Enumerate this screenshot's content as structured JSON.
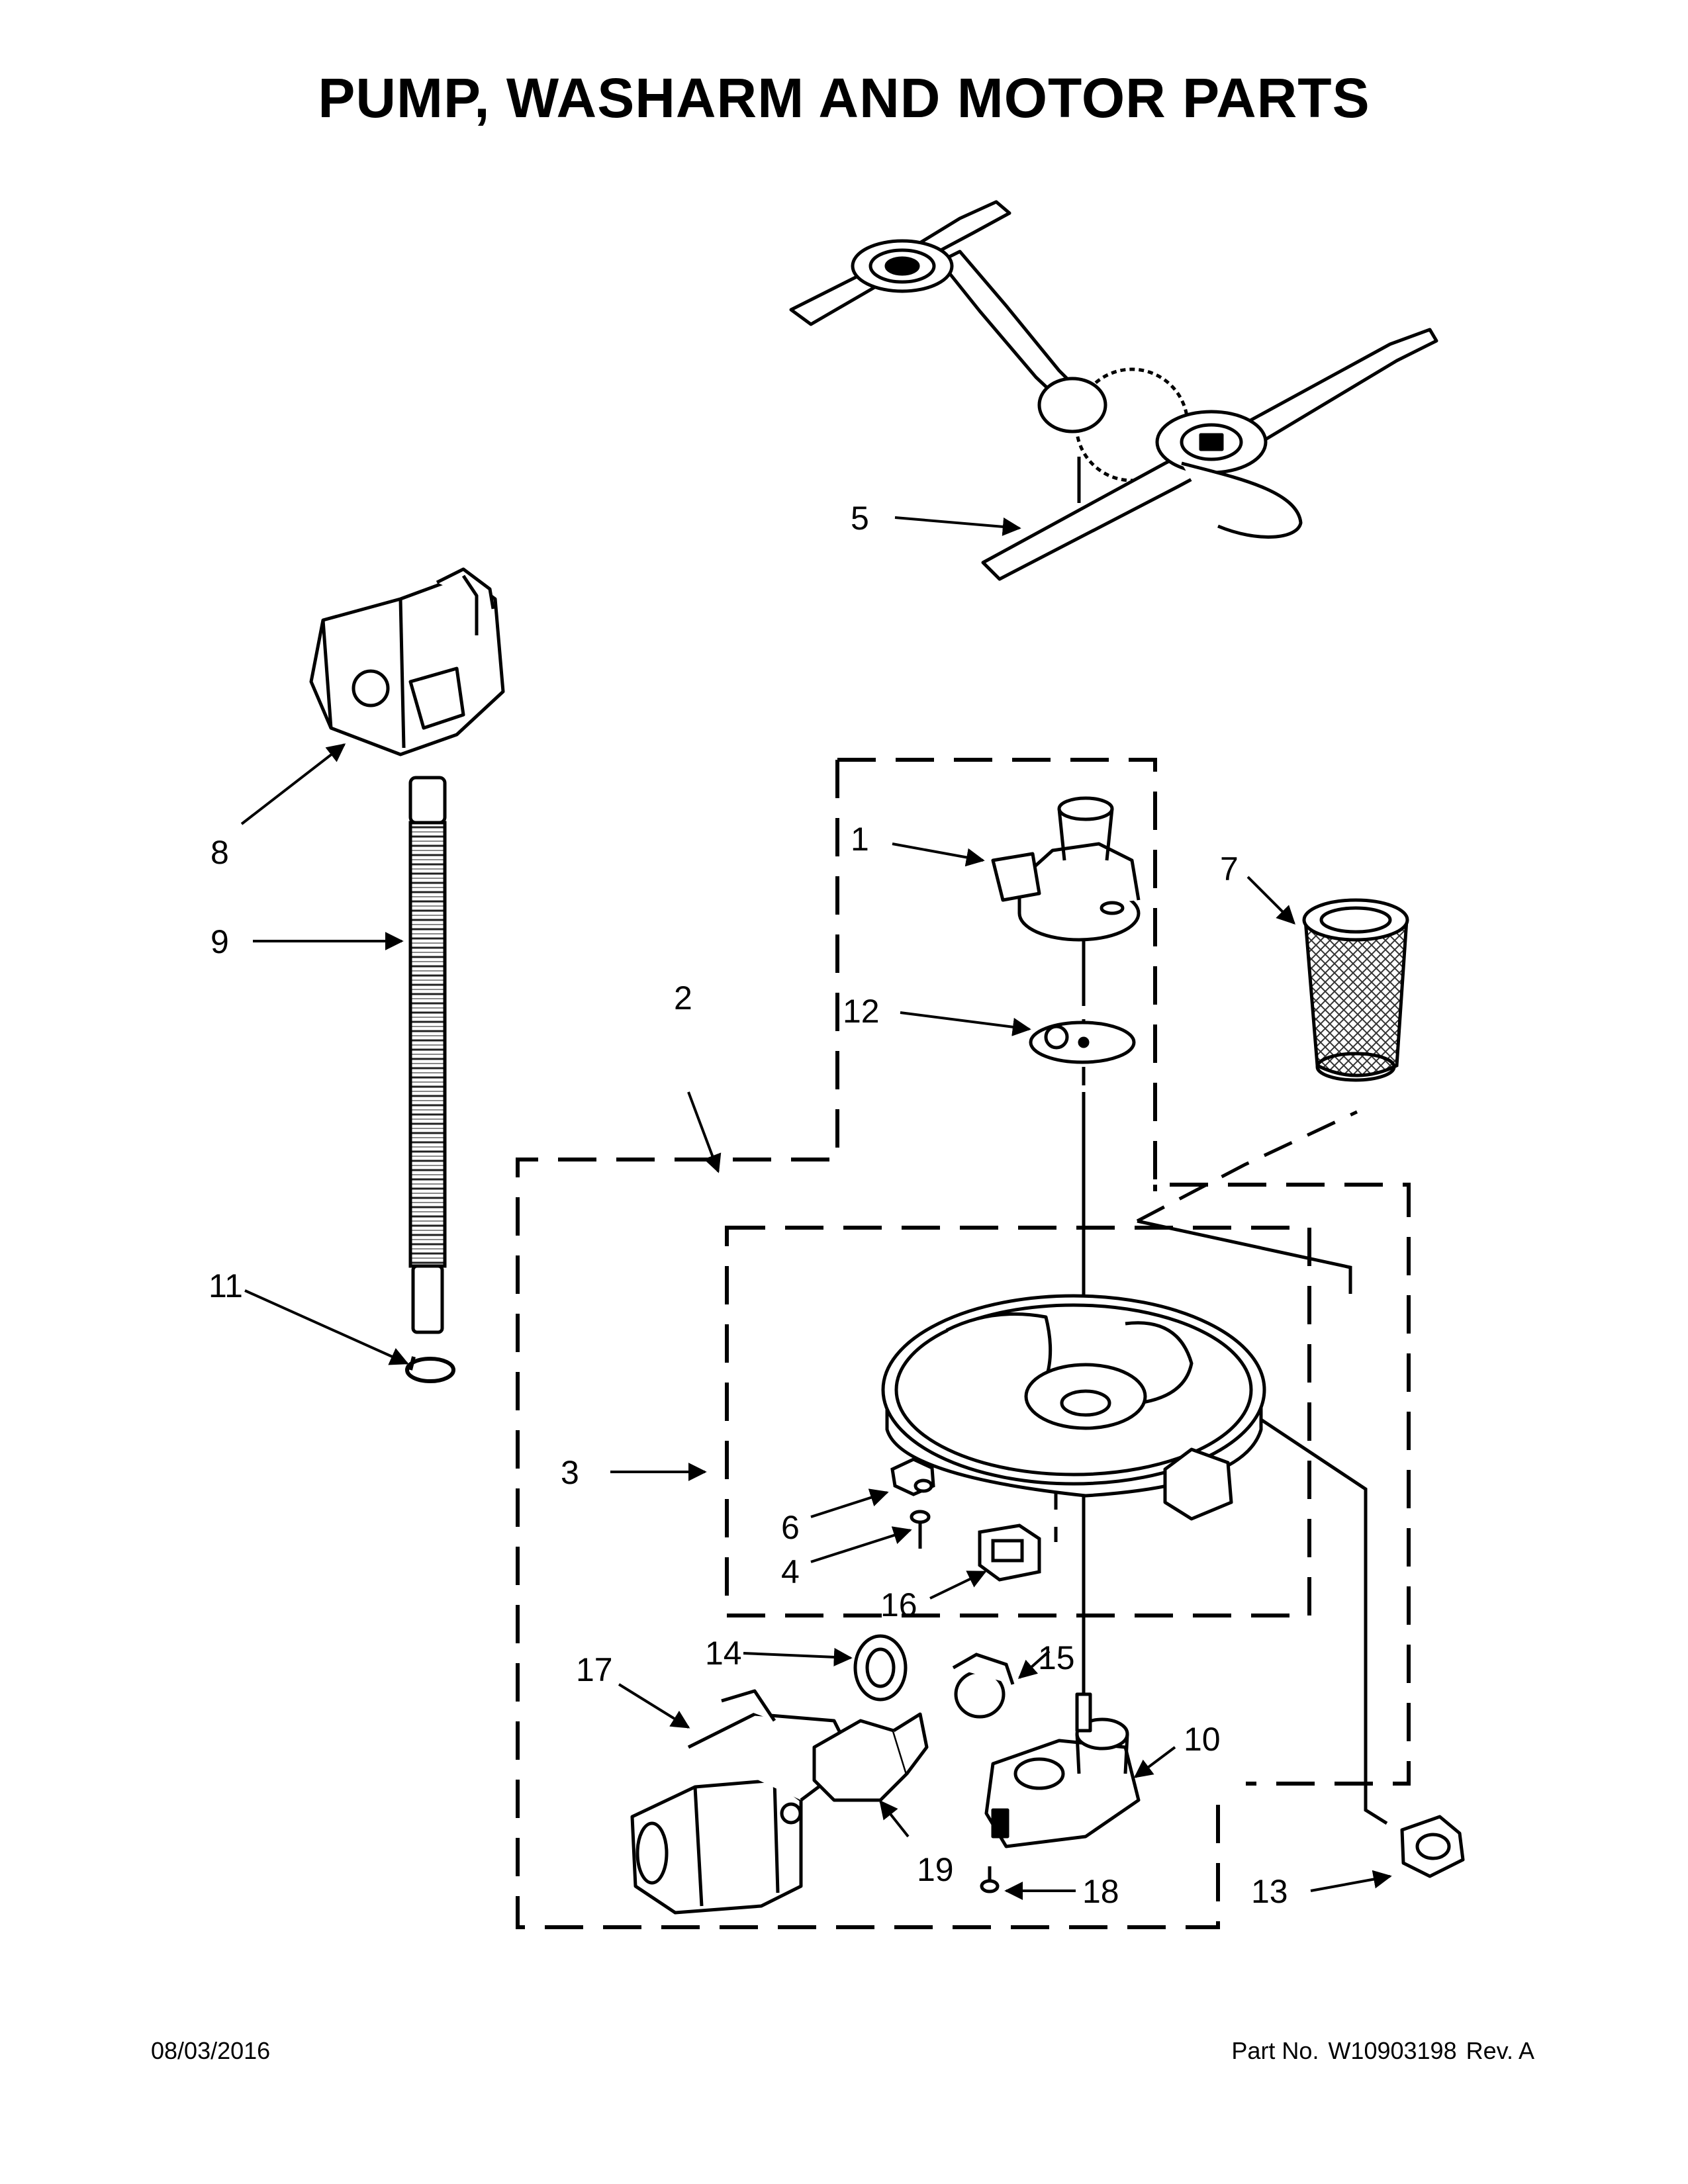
{
  "title": "PUMP, WASHARM AND MOTOR PARTS",
  "footer": {
    "date": "08/03/2016",
    "part_label": "Part No.",
    "part_number": "W10903198",
    "revision": "Rev.  A"
  },
  "callouts": {
    "c1": "1",
    "c2": "2",
    "c3": "3",
    "c4": "4",
    "c5": "5",
    "c6": "6",
    "c7": "7",
    "c8": "8",
    "c9": "9",
    "c10": "10",
    "c11": "11",
    "c12": "12",
    "c13": "13",
    "c14": "14",
    "c15": "15",
    "c16": "16",
    "c17": "17",
    "c18": "18",
    "c19": "19"
  }
}
